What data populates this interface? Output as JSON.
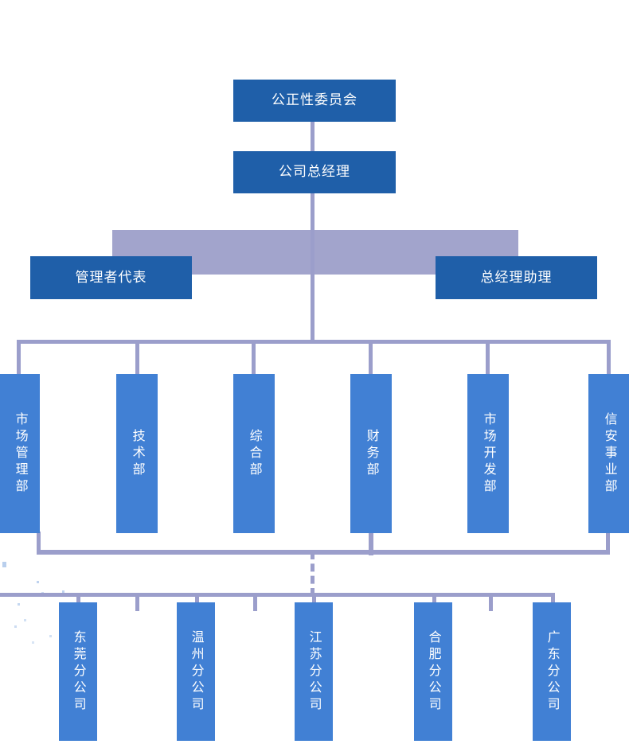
{
  "chart": {
    "type": "org-chart",
    "title": "",
    "colors": {
      "executive_box": "#1F5FA9",
      "department_box": "#4180D4",
      "connector": "#9B9ECB",
      "band": "#A2A4CC",
      "text": "#FFFFFF",
      "background": "#FFFFFF"
    }
  },
  "top": {
    "committee": "公正性委员会",
    "general_manager": "公司总经理"
  },
  "second_level": {
    "left": "管理者代表",
    "right": "总经理助理"
  },
  "departments": [
    {
      "label": "市场管理部"
    },
    {
      "label": "技术部"
    },
    {
      "label": "综合部"
    },
    {
      "label": "财务部"
    },
    {
      "label": "市场开发部"
    },
    {
      "label": "信安事业部"
    }
  ],
  "branches": [
    {
      "label": "东莞分公司"
    },
    {
      "label": "温州分公司"
    },
    {
      "label": "江苏分公司"
    },
    {
      "label": "合肥分公司"
    },
    {
      "label": "广东分公司"
    }
  ]
}
